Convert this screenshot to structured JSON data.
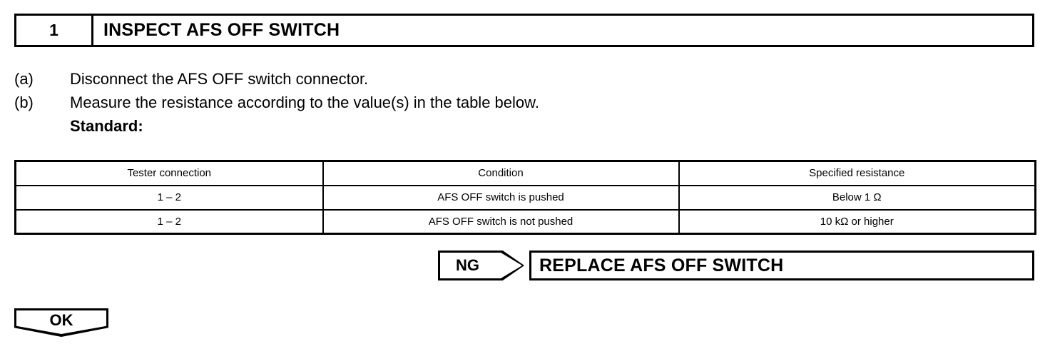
{
  "step_header": {
    "number": "1",
    "title": "INSPECT AFS OFF SWITCH"
  },
  "procedure": {
    "steps": [
      {
        "label": "(a)",
        "text": "Disconnect the AFS OFF switch connector."
      },
      {
        "label": "(b)",
        "text": "Measure the resistance according to the value(s) in the table below."
      }
    ],
    "standard_label": "Standard:"
  },
  "spec_table": {
    "headers": [
      "Tester connection",
      "Condition",
      "Specified resistance"
    ],
    "rows": [
      [
        "1 – 2",
        "AFS OFF switch is pushed",
        "Below 1 Ω"
      ],
      [
        "1 – 2",
        "AFS OFF switch is not pushed",
        "10 kΩ or higher"
      ]
    ]
  },
  "flow": {
    "ng_label": "NG",
    "ng_action": "REPLACE AFS OFF SWITCH",
    "ok_label": "OK"
  }
}
